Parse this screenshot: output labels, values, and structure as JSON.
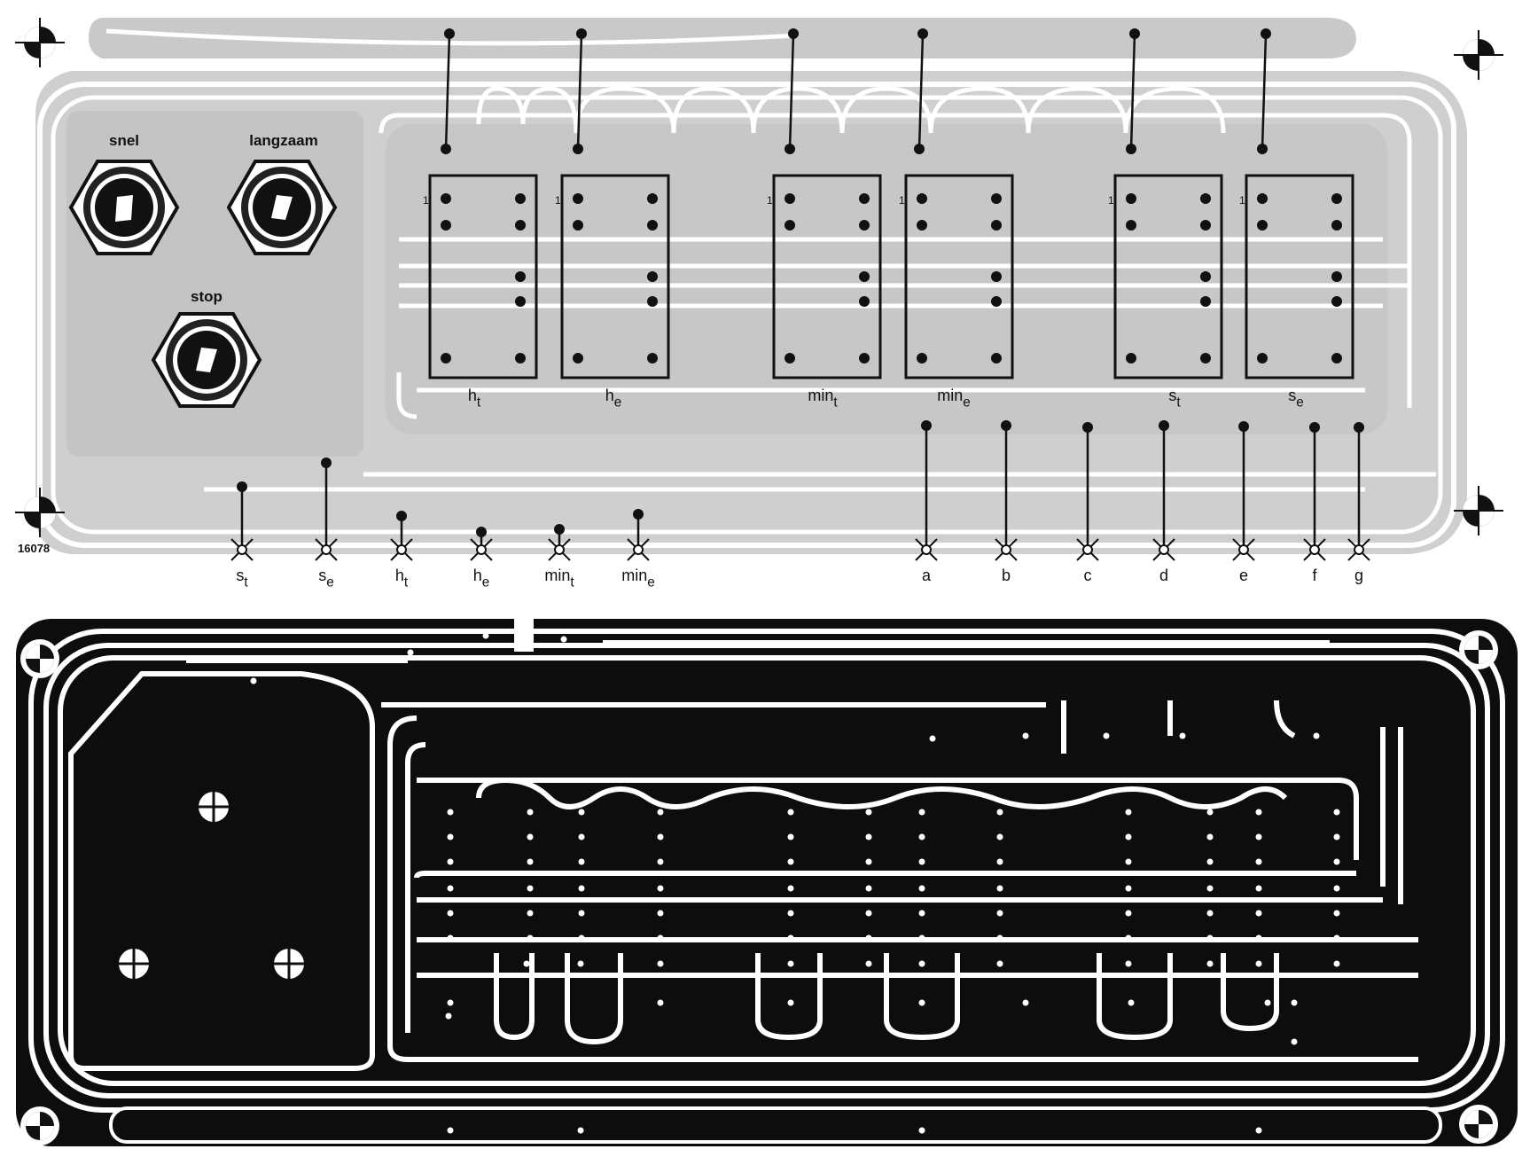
{
  "component_layout": {
    "switches": [
      {
        "label": "snel"
      },
      {
        "label": "langzaam"
      },
      {
        "label": "stop"
      }
    ],
    "pin1_marker": "1",
    "displays": [
      {
        "base": "h",
        "sub": "t"
      },
      {
        "base": "h",
        "sub": "e"
      },
      {
        "base": "min",
        "sub": "t"
      },
      {
        "base": "min",
        "sub": "e"
      },
      {
        "base": "s",
        "sub": "t"
      },
      {
        "base": "s",
        "sub": "e"
      }
    ],
    "terminals_left": [
      {
        "base": "s",
        "sub": "t"
      },
      {
        "base": "s",
        "sub": "e"
      },
      {
        "base": "h",
        "sub": "t"
      },
      {
        "base": "h",
        "sub": "e"
      },
      {
        "base": "min",
        "sub": "t"
      },
      {
        "base": "min",
        "sub": "e"
      }
    ],
    "segment_terminals": [
      "a",
      "b",
      "c",
      "d",
      "e",
      "f",
      "g"
    ],
    "board_number": "16078"
  },
  "copper_side": {
    "description_colors": {
      "copper": "#0d0d0d",
      "board": "#ffffff",
      "silk_board": "#d4d4d4"
    }
  }
}
